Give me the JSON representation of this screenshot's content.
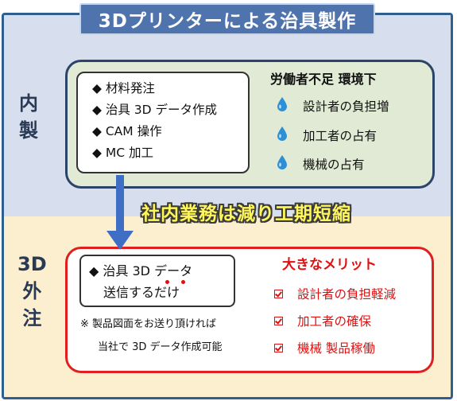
{
  "title": "3Dプリンターによる治具製作",
  "inhouse": {
    "label_1": "内",
    "label_2": "製"
  },
  "outsource": {
    "label_1": "3D",
    "label_2": "外",
    "label_3": "注"
  },
  "inhouse_steps": [
    "◆ 材料発注",
    "◆ 治具 3D データ作成",
    "◆ CAM 操作",
    "◆ MC 加工"
  ],
  "labor": {
    "title": "労働者不足 環境下",
    "items": [
      "設計者の負担増",
      "加工者の占有",
      "機械の占有"
    ],
    "icon": "water-drop-icon",
    "icon_color": "#2f8fd6"
  },
  "banner": "社内業務は減り工期短縮",
  "outsource_steps": {
    "line1": "◆ 治具 3D データ",
    "line2": "送信するだけ"
  },
  "note": {
    "line1": "※ 製品図面をお送り頂ければ",
    "line2": "当社で 3D データ作成可能"
  },
  "merit": {
    "title": "大きなメリット",
    "items": [
      "設計者の負担軽減",
      "加工者の確保",
      "機械 製品稼働"
    ],
    "icon": "checkbox-icon",
    "color": "#e01010"
  }
}
